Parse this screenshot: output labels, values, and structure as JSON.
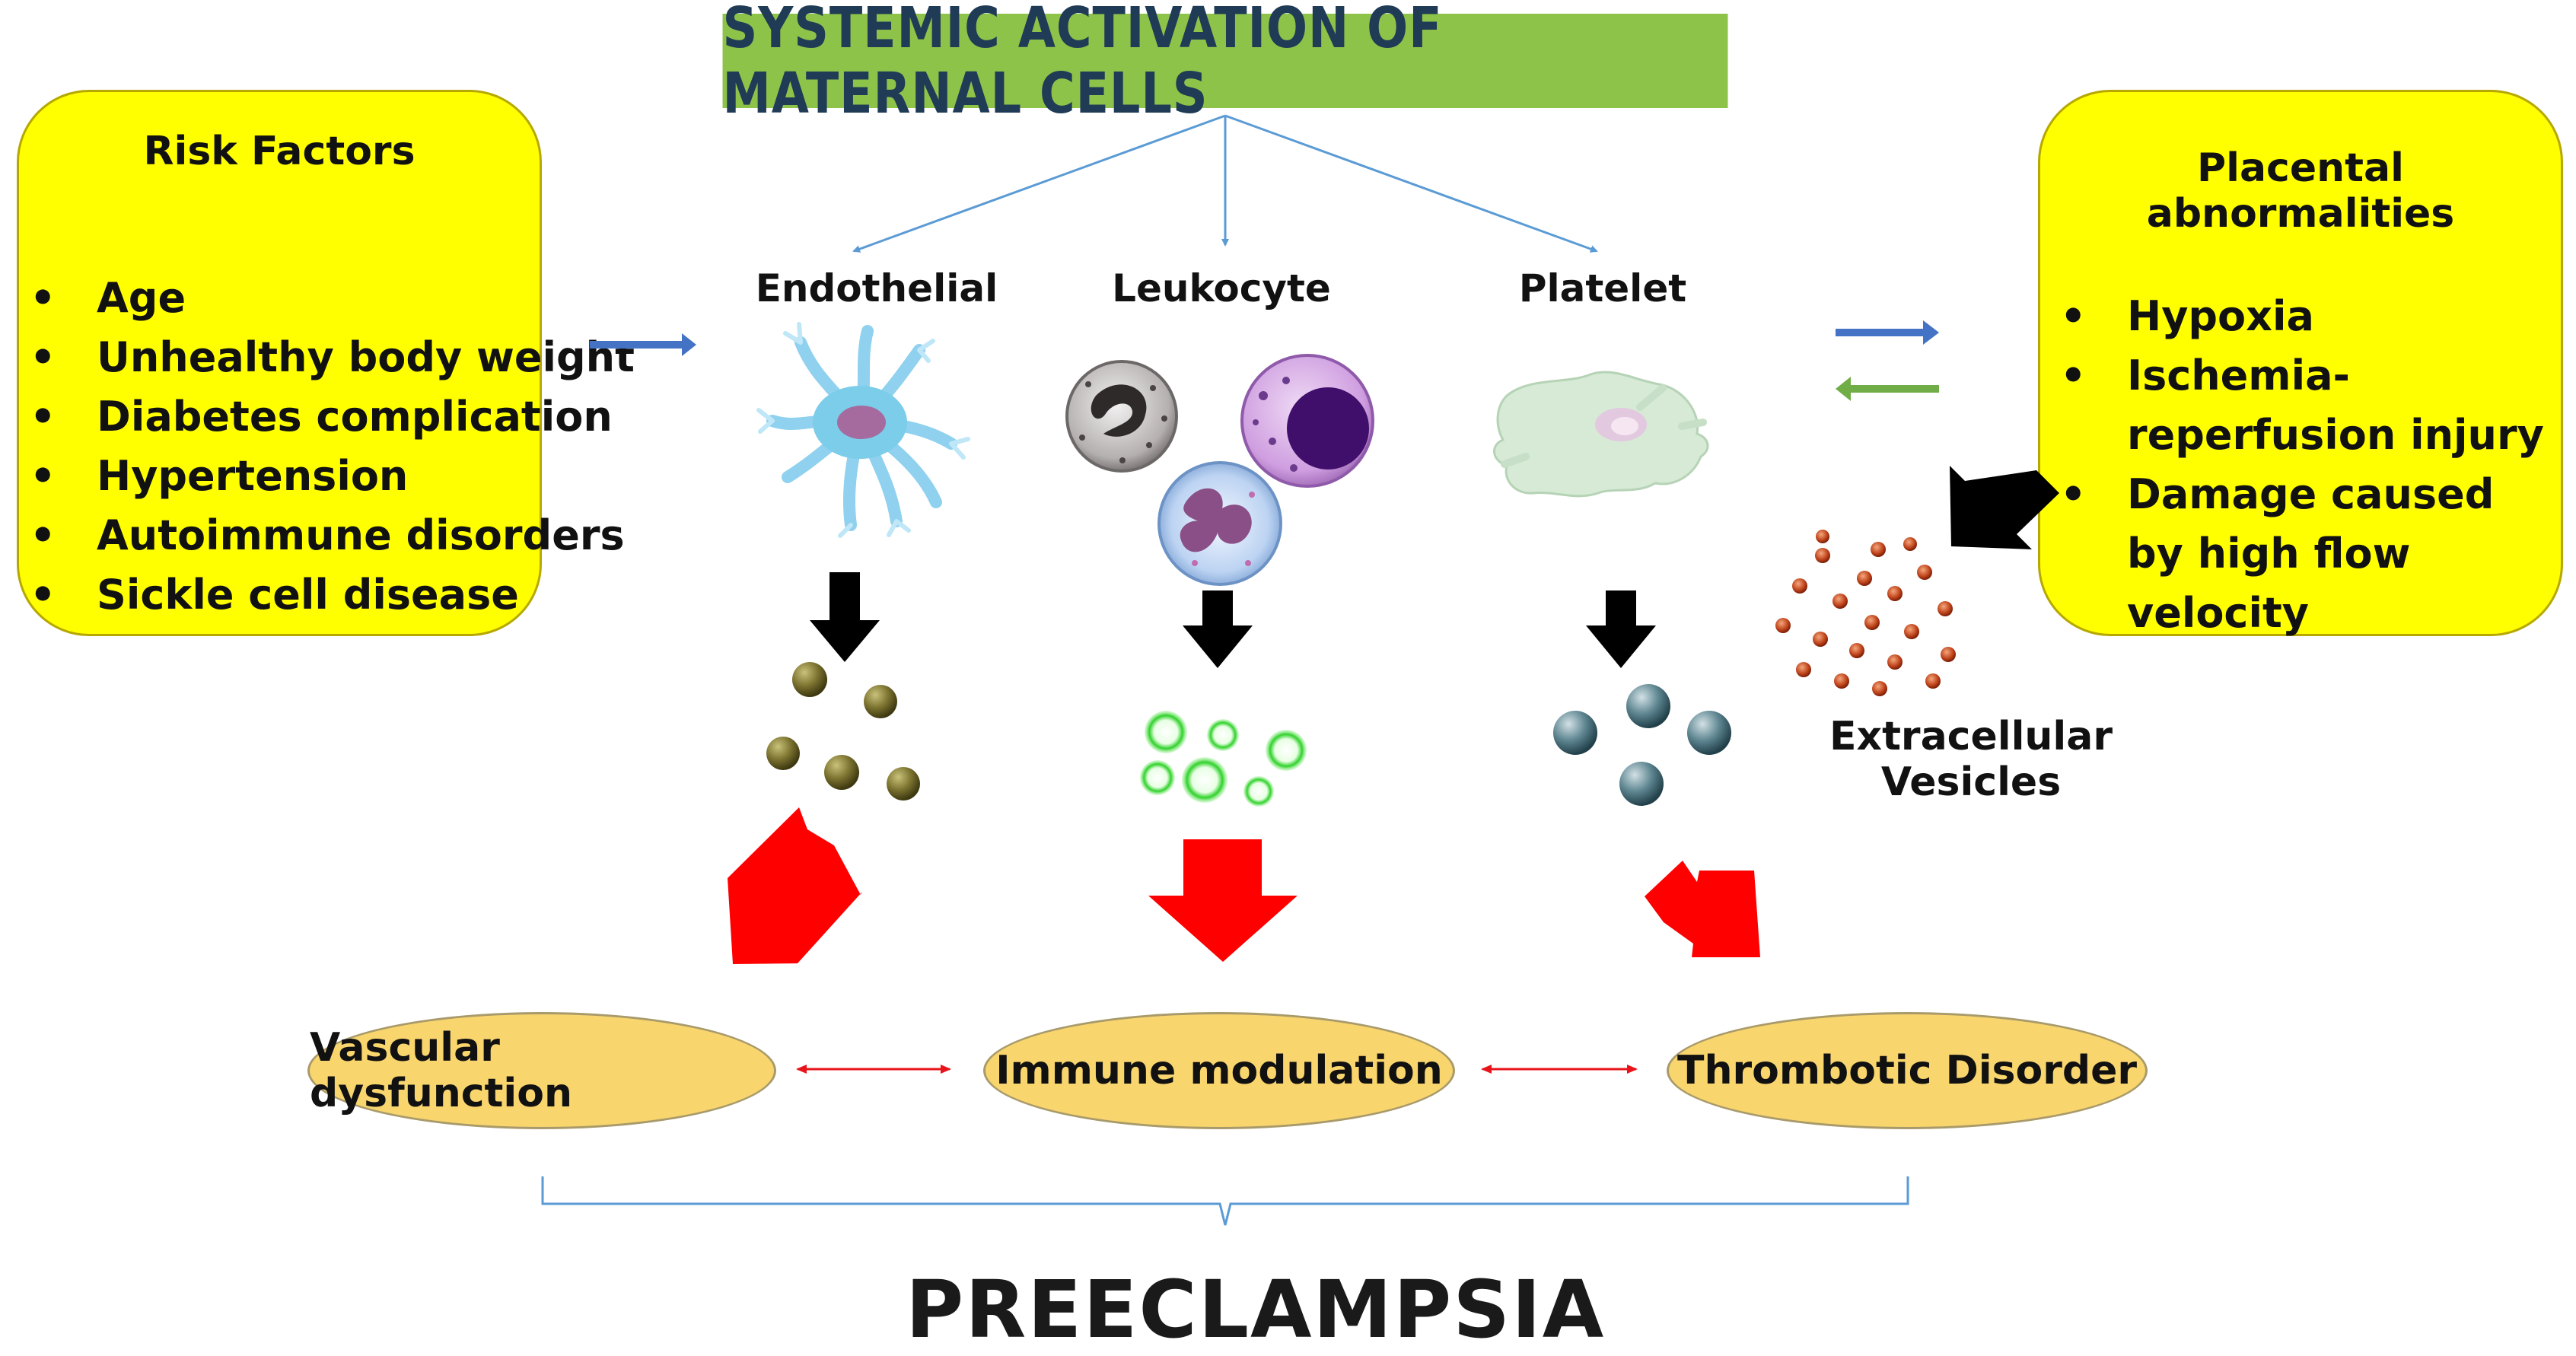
{
  "title": "SYSTEMIC ACTIVATION OF MATERNAL CELLS",
  "risk_factors": {
    "title": "Risk Factors",
    "items": [
      "Age",
      "Unhealthy body weight",
      "Diabetes complication",
      "Hypertension",
      "Autoimmune disorders",
      "Sickle cell disease"
    ]
  },
  "placental": {
    "title": "Placental abnormalities",
    "items": [
      "Hypoxia",
      "Ischemia-reperfusion injury",
      "Damage caused by high flow velocity"
    ]
  },
  "cells": {
    "endothelial": "Endothelial",
    "leukocyte": "Leukocyte",
    "platelet": "Platelet"
  },
  "extracellular_vesicles": "Extracellular Vesicles",
  "outcomes": {
    "vascular": "Vascular dysfunction",
    "immune": "Immune modulation",
    "thrombotic": "Thrombotic Disorder"
  },
  "conclusion": "PREECLAMPSIA",
  "colors": {
    "title_bg": "#8ec34a",
    "box_fill": "#ffff00",
    "ellipse_fill": "#f9d56e",
    "big_arrow": "#ff0000",
    "connector": "#5b9bd5"
  }
}
